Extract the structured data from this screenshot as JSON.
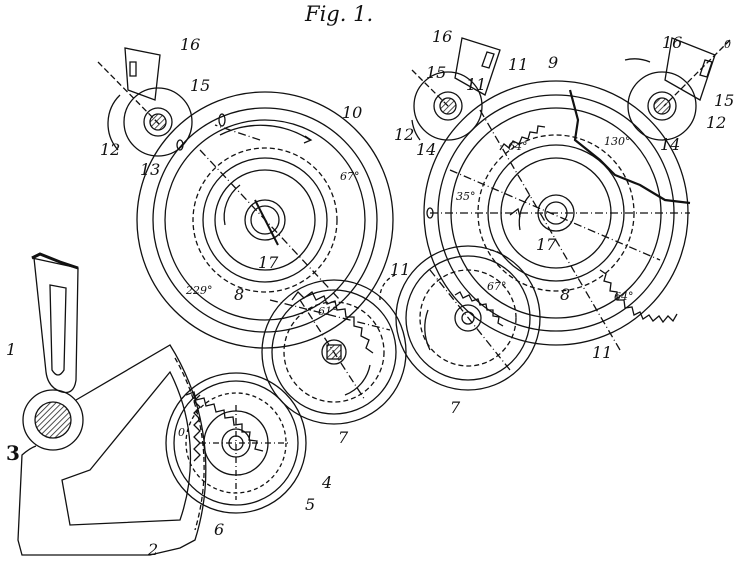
{
  "figure": {
    "title": "Fig. 1.",
    "labels": {
      "l1": "1",
      "l2": "2",
      "l3": "3",
      "l4": "4",
      "l5": "5",
      "l6": "6",
      "l7a": "7",
      "l7b": "7",
      "l8a": "8",
      "l8b": "8",
      "l9": "9",
      "l10": "10",
      "l11a": "11",
      "l11b": "11",
      "l11c": "11",
      "l11d": "11",
      "l12a": "12",
      "l12b": "12",
      "l12c": "12",
      "l13": "13",
      "l14a": "14",
      "l14b": "14",
      "l15a": "15",
      "l15b": "15",
      "l15c": "15",
      "l16a": "16",
      "l16b": "16",
      "l16c": "16",
      "l17a": "17",
      "l17b": "17"
    },
    "angles": {
      "a229": "229°",
      "a67a": "67°",
      "a61": "61°",
      "a67b": "67°",
      "a64a": "64°",
      "a130": "130°",
      "a35": "35°",
      "a64b": "64°",
      "a0a": "0",
      "a0b": "0"
    },
    "colors": {
      "ink": "#111111",
      "paper": "#ffffff",
      "hatch": "#222222"
    }
  }
}
